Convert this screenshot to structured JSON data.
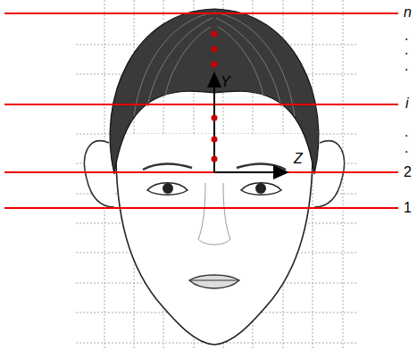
{
  "diagram": {
    "labels": [
      "n",
      ".",
      ".",
      ".",
      "i",
      ".",
      ".",
      "2",
      "1",
      "Y",
      "Z"
    ]
  }
}
